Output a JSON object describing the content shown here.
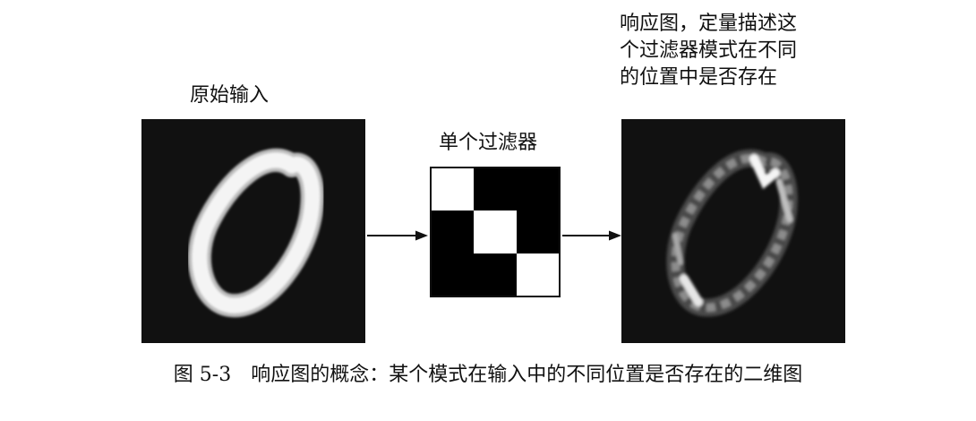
{
  "labels": {
    "input": "原始输入",
    "filter": "单个过滤器",
    "response": "响应图，定量描述这\n个过滤器模式在不同\n的位置中是否存在"
  },
  "caption": "图 5-3　响应图的概念：某个模式在输入中的不同位置是否存在的二维图",
  "filter_pattern": [
    [
      1,
      0,
      0
    ],
    [
      0,
      1,
      0
    ],
    [
      0,
      0,
      1
    ]
  ],
  "colors": {
    "panel_background": "#111111",
    "digit_stroke": "#f2f2f2",
    "response_stroke": "#d9d9d9",
    "filter_white": "#ffffff",
    "filter_black": "#000000",
    "arrow": "#111111"
  }
}
